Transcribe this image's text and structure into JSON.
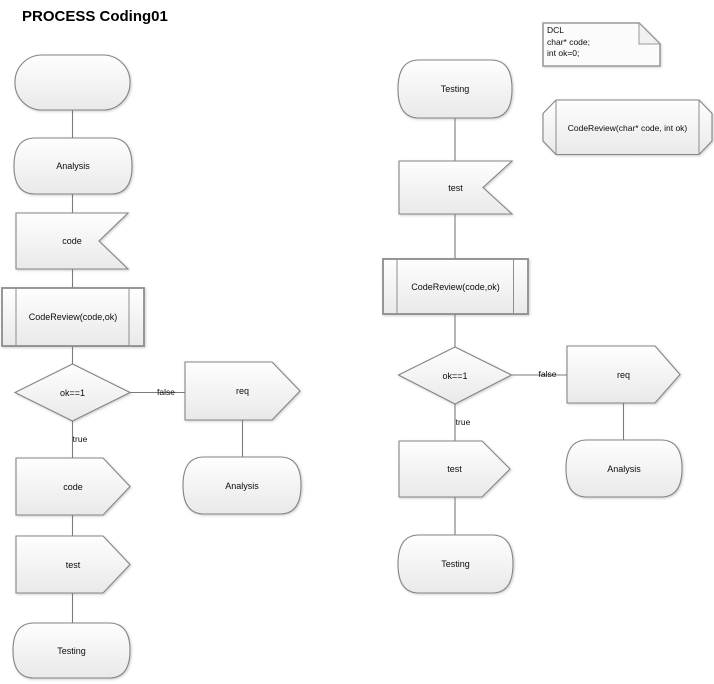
{
  "title": "PROCESS Coding01",
  "colors": {
    "shape_border": "#858585",
    "connector": "#7b7b7b",
    "fill_top": "#fefefe",
    "fill_bottom": "#e9e9e9",
    "text": "#0d0d0d"
  },
  "declarations": {
    "dcl_note": {
      "lines": [
        "DCL",
        "char* code;",
        "int ok=0;"
      ]
    },
    "procedure_decl": {
      "label": "CodeReview(char* code, int ok)"
    }
  },
  "left_flow": {
    "state_analysis": "Analysis",
    "output_code": "code",
    "procedure_call": "CodeReview(code,ok)",
    "decision": "ok==1",
    "true_label": "true",
    "false_label": "false",
    "signal_code": "code",
    "signal_test": "test",
    "state_testing": "Testing",
    "signal_req": "req",
    "state_analysis_req": "Analysis"
  },
  "right_flow": {
    "state_testing_top": "Testing",
    "input_test": "test",
    "procedure_call": "CodeReview(code,ok)",
    "decision": "ok==1",
    "true_label": "true",
    "false_label": "false",
    "signal_test": "test",
    "state_testing_bottom": "Testing",
    "signal_req": "req",
    "state_analysis": "Analysis"
  }
}
